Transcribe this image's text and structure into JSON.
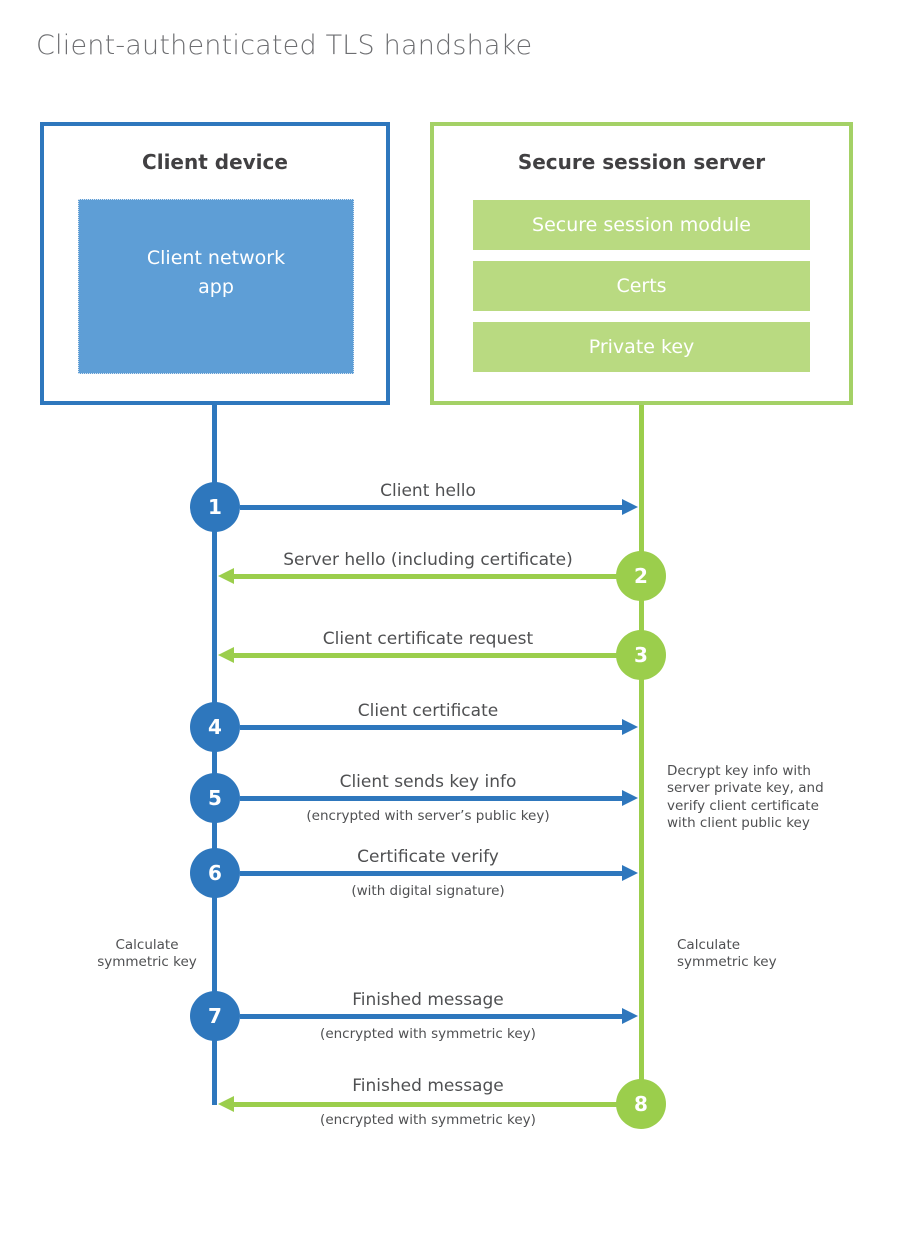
{
  "title": "Client-authenticated TLS handshake",
  "colors": {
    "blue": "#2e77bd",
    "blue_fill": "#5e9ed6",
    "green": "#9bce4c",
    "green_border": "#a4d166",
    "green_bar": "#b9da81",
    "heading_text": "#414042",
    "label_text": "#4f5052",
    "title_text": "#6d6e71"
  },
  "client_box": {
    "title": "Client device",
    "app_label": "Client network\napp"
  },
  "server_box": {
    "title": "Secure session server",
    "modules": [
      "Secure session module",
      "Certs",
      "Private key"
    ]
  },
  "steps": [
    {
      "number": "1",
      "actor": "client",
      "direction": "right",
      "label": "Client hello",
      "sublabel": ""
    },
    {
      "number": "2",
      "actor": "server",
      "direction": "left",
      "label": "Server hello (including certificate)",
      "sublabel": ""
    },
    {
      "number": "3",
      "actor": "server",
      "direction": "left",
      "label": "Client certificate request",
      "sublabel": ""
    },
    {
      "number": "4",
      "actor": "client",
      "direction": "right",
      "label": "Client certificate",
      "sublabel": ""
    },
    {
      "number": "5",
      "actor": "client",
      "direction": "right",
      "label": "Client sends key info",
      "sublabel": "(encrypted with server’s public key)"
    },
    {
      "number": "6",
      "actor": "client",
      "direction": "right",
      "label": "Certificate verify",
      "sublabel": "(with digital signature)"
    },
    {
      "number": "7",
      "actor": "client",
      "direction": "right",
      "label": "Finished message",
      "sublabel": "(encrypted with symmetric key)"
    },
    {
      "number": "8",
      "actor": "server",
      "direction": "left",
      "label": "Finished message",
      "sublabel": "(encrypted with symmetric key)"
    }
  ],
  "annotations": {
    "decrypt_note": "Decrypt key info with\nserver private key, and\nverify client certificate\nwith client public key",
    "calc_left": "Calculate\nsymmetric key",
    "calc_right": "Calculate\nsymmetric key"
  }
}
